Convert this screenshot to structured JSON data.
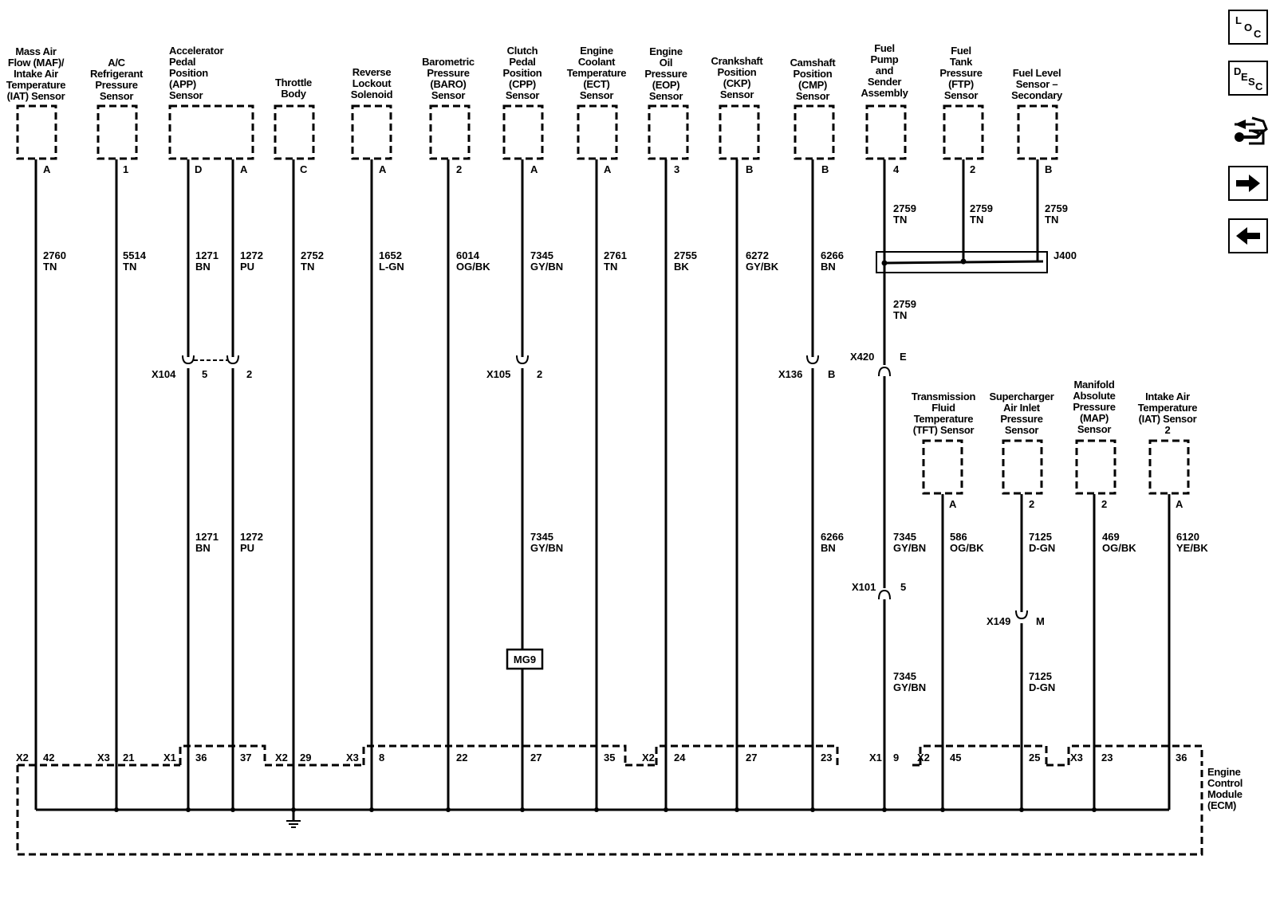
{
  "sensors": [
    {
      "id": "maf",
      "lines": [
        "Mass Air",
        "Flow (MAF)/",
        "Intake Air",
        "Temperature",
        "(IAT) Sensor"
      ]
    },
    {
      "id": "ac",
      "lines": [
        "A/C",
        "Refrigerant",
        "Pressure",
        "Sensor"
      ]
    },
    {
      "id": "app",
      "lines": [
        "Accelerator",
        "Pedal",
        "Position",
        "(APP)",
        "Sensor"
      ]
    },
    {
      "id": "tb",
      "lines": [
        "Throttle",
        "Body"
      ]
    },
    {
      "id": "rls",
      "lines": [
        "Reverse",
        "Lockout",
        "Solenoid"
      ]
    },
    {
      "id": "baro",
      "lines": [
        "Barometric",
        "Pressure",
        "(BARO)",
        "Sensor"
      ]
    },
    {
      "id": "cpp",
      "lines": [
        "Clutch",
        "Pedal",
        "Position",
        "(CPP)",
        "Sensor"
      ]
    },
    {
      "id": "ect",
      "lines": [
        "Engine",
        "Coolant",
        "Temperature",
        "(ECT)",
        "Sensor"
      ]
    },
    {
      "id": "eop",
      "lines": [
        "Engine",
        "Oil",
        "Pressure",
        "(EOP)",
        "Sensor"
      ]
    },
    {
      "id": "ckp",
      "lines": [
        "Crankshaft",
        "Position",
        "(CKP)",
        "Sensor"
      ]
    },
    {
      "id": "cmp",
      "lines": [
        "Camshaft",
        "Position",
        "(CMP)",
        "Sensor"
      ]
    },
    {
      "id": "fuelpump",
      "lines": [
        "Fuel",
        "Pump",
        "and",
        "Sender",
        "Assembly"
      ]
    },
    {
      "id": "ftp",
      "lines": [
        "Fuel",
        "Tank",
        "Pressure",
        "(FTP)",
        "Sensor"
      ]
    },
    {
      "id": "fuellevel",
      "lines": [
        "Fuel Level",
        "Sensor –",
        "Secondary"
      ]
    },
    {
      "id": "tft",
      "lines": [
        "Transmission",
        "Fluid",
        "Temperature",
        "(TFT) Sensor"
      ]
    },
    {
      "id": "scaip",
      "lines": [
        "Supercharger",
        "Air Inlet",
        "Pressure",
        "Sensor"
      ]
    },
    {
      "id": "map",
      "lines": [
        "Manifold",
        "Absolute",
        "Pressure",
        "(MAP)",
        "Sensor"
      ]
    },
    {
      "id": "iat2",
      "lines": [
        "Intake Air",
        "Temperature",
        "(IAT) Sensor",
        "2"
      ]
    }
  ],
  "sensor_pins": [
    "A",
    "1",
    "D",
    "A",
    "C",
    "A",
    "2",
    "A",
    "A",
    "3",
    "B",
    "B",
    "4",
    "2",
    "B",
    "A",
    "2",
    "2",
    "A"
  ],
  "wires_upper": [
    {
      "num": "2760",
      "color": "TN"
    },
    {
      "num": "5514",
      "color": "TN"
    },
    {
      "num": "1271",
      "color": "BN"
    },
    {
      "num": "1272",
      "color": "PU"
    },
    {
      "num": "2752",
      "color": "TN"
    },
    {
      "num": "1652",
      "color": "L-GN"
    },
    {
      "num": "6014",
      "color": "OG/BK"
    },
    {
      "num": "7345",
      "color": "GY/BN"
    },
    {
      "num": "2761",
      "color": "TN"
    },
    {
      "num": "2755",
      "color": "BK"
    },
    {
      "num": "6272",
      "color": "GY/BK"
    },
    {
      "num": "6266",
      "color": "BN"
    }
  ],
  "fuel_wires": [
    {
      "num": "2759",
      "color": "TN"
    },
    {
      "num": "2759",
      "color": "TN"
    },
    {
      "num": "2759",
      "color": "TN"
    },
    {
      "num": "2759",
      "color": "TN"
    }
  ],
  "splice": "J400",
  "inline_connectors": [
    {
      "name": "X104",
      "pins": [
        "5",
        "2"
      ]
    },
    {
      "name": "X105",
      "pins": [
        "2"
      ]
    },
    {
      "name": "X136",
      "pins": [
        "B"
      ]
    },
    {
      "name": "X420",
      "pins": [
        "E"
      ]
    },
    {
      "name": "X101",
      "pins": [
        "5"
      ]
    },
    {
      "name": "X149",
      "pins": [
        "M"
      ]
    }
  ],
  "wires_middle": [
    {
      "num": "1271",
      "color": "BN"
    },
    {
      "num": "1272",
      "color": "PU"
    },
    {
      "num": "7345",
      "color": "GY/BN"
    },
    {
      "num": "6266",
      "color": "BN"
    },
    {
      "num": "7345",
      "color": "GY/BN"
    },
    {
      "num": "586",
      "color": "OG/BK"
    },
    {
      "num": "7125",
      "color": "D-GN"
    },
    {
      "num": "469",
      "color": "OG/BK"
    },
    {
      "num": "6120",
      "color": "YE/BK"
    }
  ],
  "wires_lower": [
    {
      "num": "7345",
      "color": "GY/BN"
    },
    {
      "num": "7125",
      "color": "D-GN"
    }
  ],
  "ground_label": "MG9",
  "ecm_connectors": [
    "X2",
    "X3",
    "X1",
    "X2",
    "X3",
    "X2",
    "X1",
    "X2",
    "X3"
  ],
  "ecm_pins": [
    "42",
    "21",
    "36",
    "37",
    "29",
    "8",
    "22",
    "27",
    "35",
    "24",
    "27",
    "23",
    "9",
    "45",
    "25",
    "23",
    "36"
  ],
  "ecm_label": [
    "Engine",
    "Control",
    "Module",
    "(ECM)"
  ],
  "nav": {
    "loc": [
      "L",
      "O",
      "C"
    ],
    "desc": [
      "D",
      "E",
      "S",
      "C"
    ],
    "forward_icon": "arrow-right-icon",
    "back_icon": "arrow-left-icon",
    "connector_icon": "connector-end-view-icon"
  }
}
